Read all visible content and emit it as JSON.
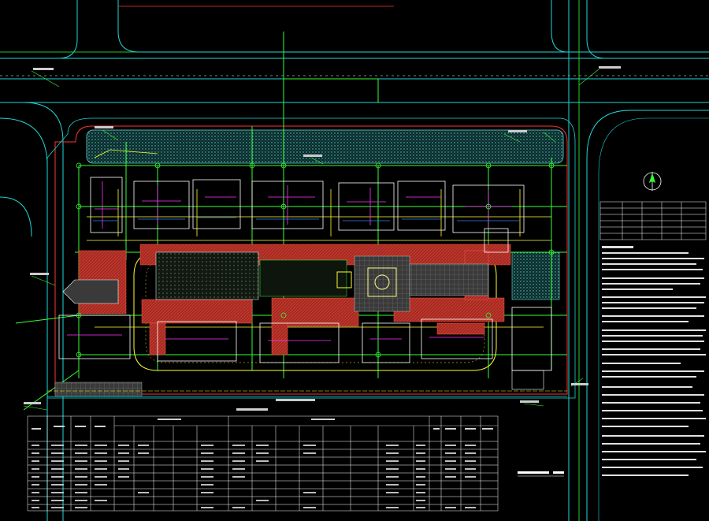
{
  "colors": {
    "background": "#000000",
    "road_line": "#1fd7d7",
    "boundary_line": "#ff3333",
    "water_pipe": "#33ff33",
    "drain_pipe": "#ffff33",
    "building_outline": "#ffffff",
    "paving_red": "#b8322a",
    "paving_grey": "#555555",
    "landscape": "#6bd2d2",
    "magenta": "#ff33ff",
    "blue": "#3380ff"
  },
  "icons": [
    "north-arrow-icon"
  ],
  "table": {
    "title": "",
    "caption": "",
    "rows": 10,
    "cols": 20
  },
  "notes": {
    "mini_table_rows": 5,
    "paragraph_count": 22
  }
}
